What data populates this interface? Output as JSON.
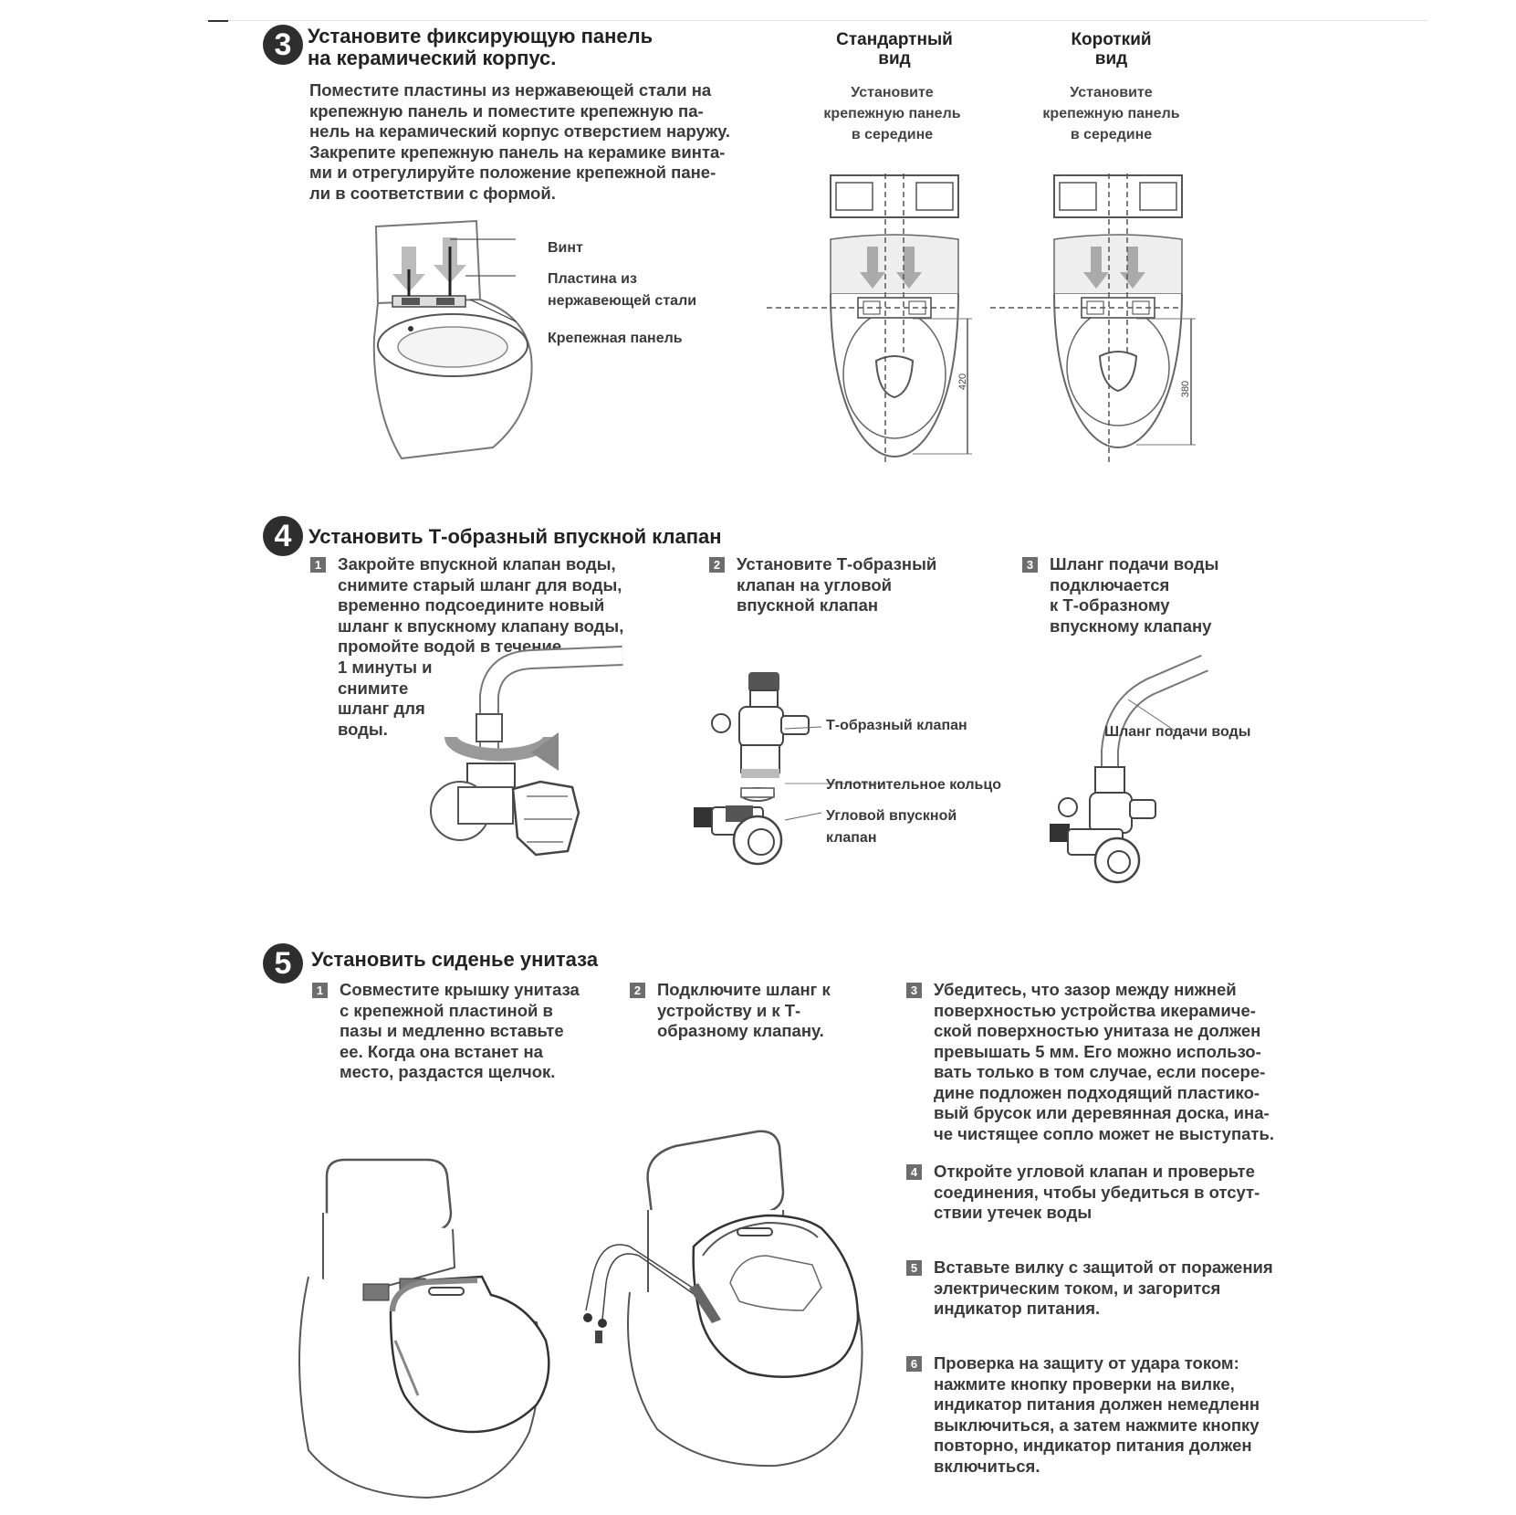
{
  "section3": {
    "number": "3",
    "title": "Установите фиксирующую панель\nна керамический корпус.",
    "text": "Поместите пластины из нержавеющей стали на\nкрепежную панель и поместите крепежную па-\nнель на керамический корпус отверстием наружу.\nЗакрепите крепежную панель на керамике винта-\nми и отрегулируйте положение крепежной пане-\nли в соответствии с формой.",
    "callouts": {
      "screw": "Винт",
      "plate": "Пластина из\nнержавеющей стали",
      "panel": "Крепежная панель"
    },
    "standard": {
      "title": "Стандартный\nвид",
      "sub": "Установите\nкрепежную панель\nв середине",
      "dimension": "420"
    },
    "short": {
      "title": "Короткий\nвид",
      "sub": "Установите\nкрепежную панель\nв середине",
      "dimension": "380"
    }
  },
  "section4": {
    "number": "4",
    "title": "Установить Т-образный впускной клапан",
    "steps": [
      {
        "n": "1",
        "text": "Закройте впускной клапан воды,\nснимите старый шланг для воды,\nвременно подсоедините новый\nшланг к впускному клапану воды,\nпромойте водой в течение"
      },
      {
        "n": "2",
        "text": "Установите Т-образный\nклапан на угловой\nвпускной клапан"
      },
      {
        "n": "3",
        "text": "Шланг подачи воды\nподключается\nк Т-образному\nвпускному клапану"
      }
    ],
    "step1_tail": "1 минуты и\nснимите\nшланг для\nводы.",
    "callouts": {
      "t_valve": "Т-образный клапан",
      "ring": "Уплотнительное кольцо",
      "angle_valve": "Угловой впускной\nклапан",
      "hose": "Шланг подачи воды"
    }
  },
  "section5": {
    "number": "5",
    "title": "Установить сиденье унитаза",
    "steps": [
      {
        "n": "1",
        "text": "Совместите крышку унитаза\nс крепежной пластиной в\nпазы и медленно вставьте\nее. Когда она встанет на\nместо, раздастся щелчок."
      },
      {
        "n": "2",
        "text": "Подключите шланг к\nустройству и к Т-\nобразному клапану."
      },
      {
        "n": "3",
        "text": "Убедитесь, что зазор между нижней\nповерхностью устройства икерамиче-\nской поверхностью унитаза не должен\nпревышать 5 мм. Его можно использо-\nвать только в том случае, если посере-\nдине подложен подходящий пластико-\nвый брусок или деревянная доска, ина-\nче чистящее сопло может не выступать."
      },
      {
        "n": "4",
        "text": "Откройте угловой клапан и проверьте\nсоединения, чтобы убедиться в отсут-\nствии утечек воды"
      },
      {
        "n": "5",
        "text": "Вставьте вилку с защитой от поражения\nэлектрическим током, и загорится\nиндикатор питания."
      },
      {
        "n": "6",
        "text": "Проверка на защиту от удара током:\nнажмите кнопку проверки на вилке,\nиндикатор питания должен немедленн\nвыключиться, а затем нажмите кнопку\nповторно, индикатор питания должен\nвключиться."
      }
    ]
  }
}
